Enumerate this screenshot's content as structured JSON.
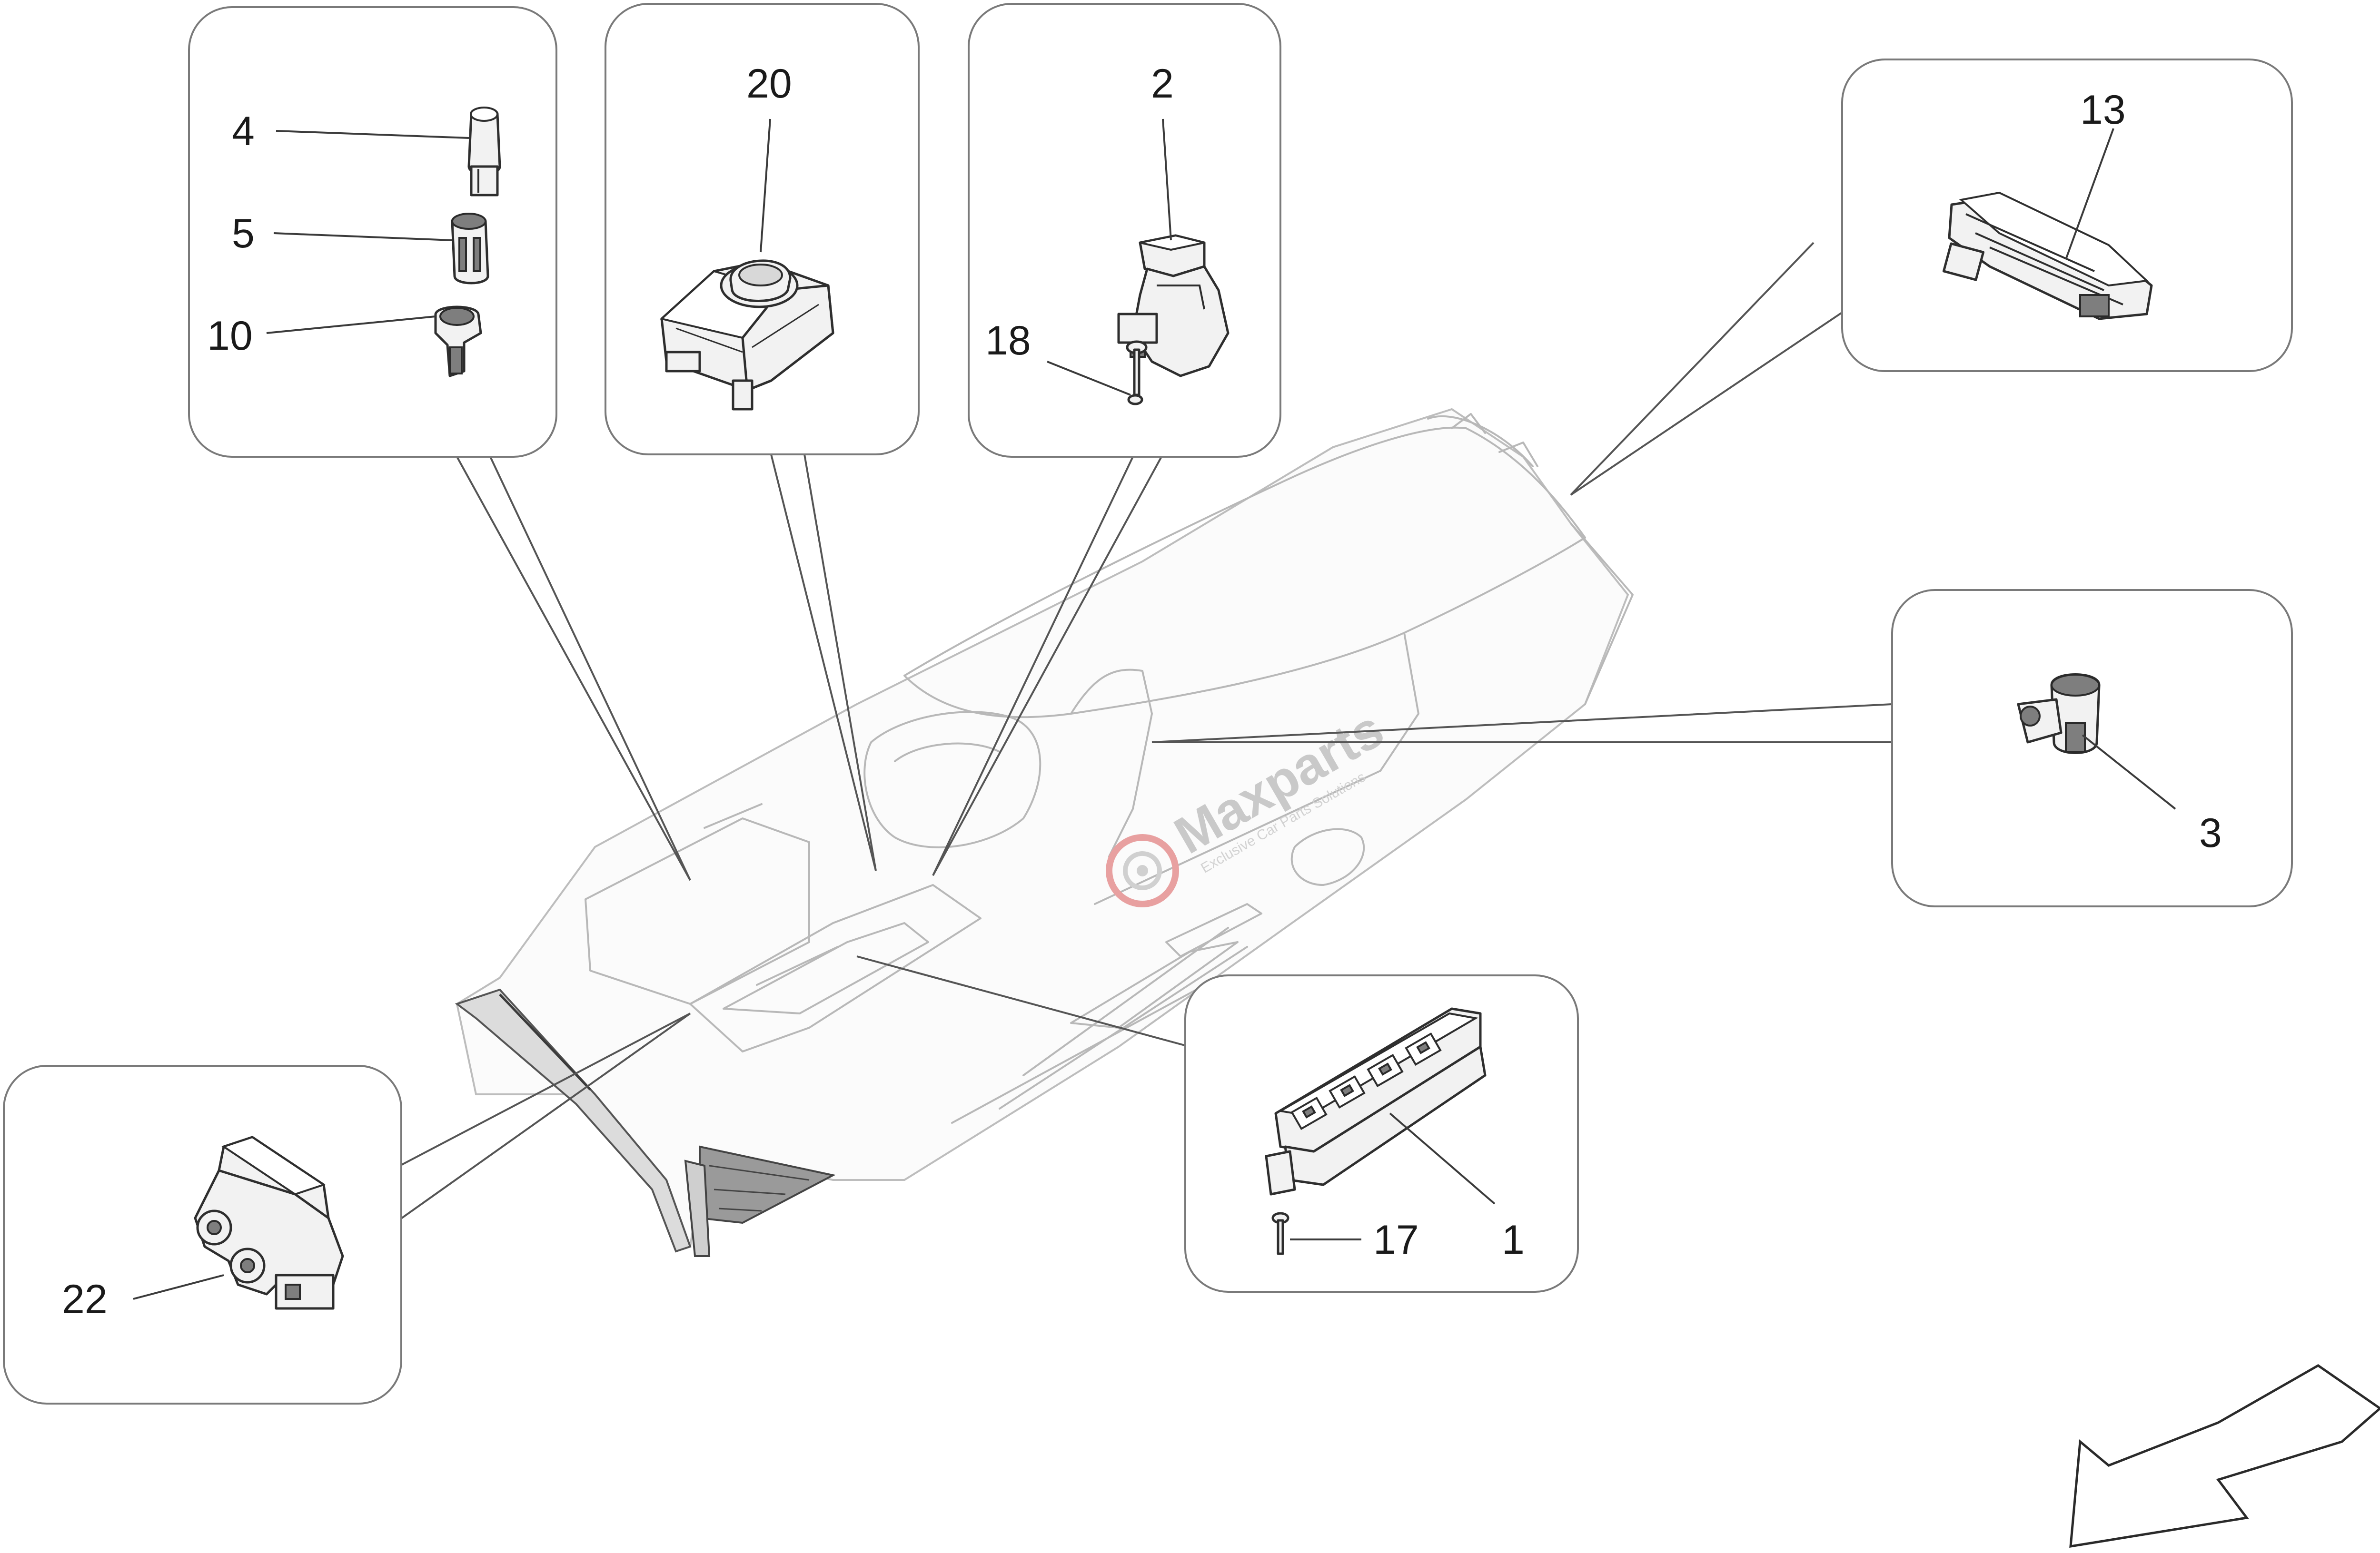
{
  "labels": {
    "p4": "4",
    "p5": "5",
    "p10": "10",
    "p20": "20",
    "p2": "2",
    "p18": "18",
    "p13": "13",
    "p3": "3",
    "p1": "1",
    "p17": "17",
    "p22": "22"
  },
  "watermark": {
    "brand": "Maxparts",
    "tagline": "Exclusive Car Parts Solutions"
  },
  "colors": {
    "outline": "#2e2e2e",
    "console": "#b8b8b8",
    "box": "#7a7a7a",
    "watermark": "#c9c9c9",
    "watermark_accent": "#e8a0a0"
  }
}
